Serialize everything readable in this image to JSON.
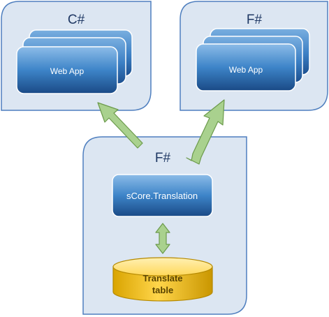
{
  "containers": {
    "csharp": {
      "title": "C#",
      "app_label": "Web App"
    },
    "fsharp_top": {
      "title": "F#",
      "app_label": "Web App"
    },
    "fsharp_bottom": {
      "title": "F#",
      "module_label": "sCore.Translation",
      "database": {
        "line1": "Translate",
        "line2": "table"
      }
    }
  },
  "colors": {
    "container_fill": "#dce6f2",
    "container_stroke": "#4472c4",
    "box_dark": "#1f5fa6",
    "box_light": "#6fa6dc",
    "arrow_fill": "#a9d18e",
    "arrow_stroke": "#6b9a4b",
    "db_top": "#ffe699",
    "db_body": "#f2c12e"
  }
}
